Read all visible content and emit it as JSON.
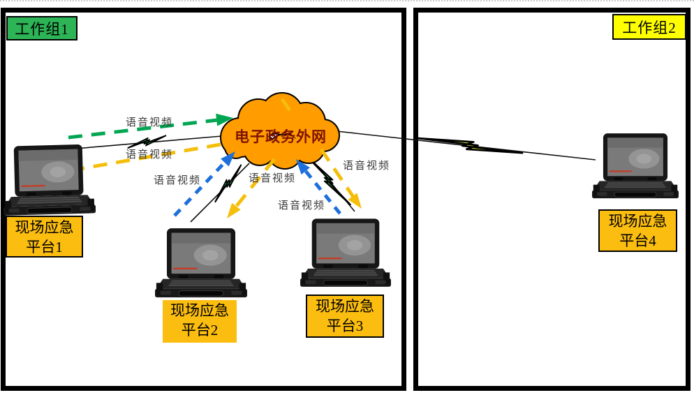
{
  "workgroup1": {
    "label": "工作组1"
  },
  "workgroup2": {
    "label": "工作组2"
  },
  "cloud": {
    "label": "电子政务外网"
  },
  "platforms": [
    {
      "name_line1": "现场应急",
      "name_line2": "平台1"
    },
    {
      "name_line1": "现场应急",
      "name_line2": "平台2"
    },
    {
      "name_line1": "现场应急",
      "name_line2": "平台3"
    },
    {
      "name_line1": "现场应急",
      "name_line2": "平台4"
    }
  ],
  "link_labels": [
    "语音视频",
    "语音视频",
    "语音视频",
    "语音视频",
    "语音视频",
    "语音视频"
  ],
  "colors": {
    "cloud_fill": "#ff9c00",
    "cloud_text": "#7e1300",
    "workgroup1_bg": "#2db456",
    "workgroup2_bg": "#ffff00",
    "platform_label_bg": "#fbbd0f",
    "voice_green": "#00a651",
    "voice_yellow": "#f5be0b",
    "voice_blue": "#1d6fdc",
    "bolt_green": "#3adb76",
    "bolt_yellow": "#edee39",
    "wire_black": "#111111"
  }
}
